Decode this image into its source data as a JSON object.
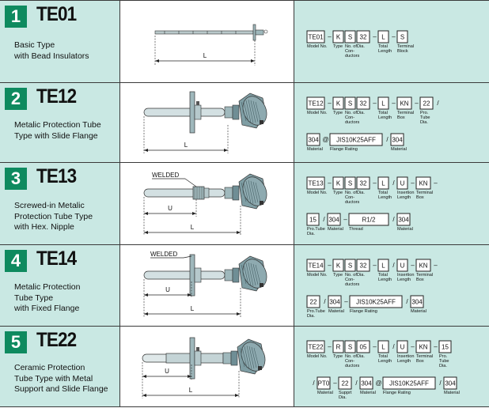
{
  "rows": [
    {
      "num": "1",
      "code": "TE01",
      "desc": "Basic Type\nwith Bead Insulators",
      "dims": {
        "welded": "",
        "u": "",
        "l": "L"
      },
      "formula": [
        {
          "line": 0,
          "boxes": [
            {
              "t": "TE01",
              "w": 22,
              "lab": "Model No."
            },
            {
              "sep": "–"
            },
            {
              "t": "K",
              "w": 13,
              "lab": "Type"
            },
            {
              "t": "S",
              "w": 13,
              "lab": "No. of\nCon-\nductors"
            },
            {
              "t": "32",
              "w": 16,
              "lab": "Dia."
            },
            {
              "sep": "–"
            },
            {
              "t": "L",
              "w": 13,
              "lab": "Total\nLength"
            },
            {
              "sep": "–"
            },
            {
              "t": "S",
              "w": 13,
              "lab": "Terminal\nBlock"
            }
          ]
        }
      ]
    },
    {
      "num": "2",
      "code": "TE12",
      "desc": "Metalic Protection Tube\nType with Slide Flange",
      "dims": {
        "welded": "",
        "u": "",
        "l": "L"
      },
      "formula": [
        {
          "line": 0,
          "boxes": [
            {
              "t": "TE12",
              "w": 22,
              "lab": "Model No."
            },
            {
              "sep": "–"
            },
            {
              "t": "K",
              "w": 13,
              "lab": "Type"
            },
            {
              "t": "S",
              "w": 13,
              "lab": "No. of\nCon-\nductors"
            },
            {
              "t": "32",
              "w": 16,
              "lab": "Dia."
            },
            {
              "sep": "–"
            },
            {
              "t": "L",
              "w": 13,
              "lab": "Total\nLength"
            },
            {
              "sep": "–"
            },
            {
              "t": "KN",
              "w": 18,
              "lab": "Terminal\nBox"
            },
            {
              "sep": "–"
            },
            {
              "t": "22",
              "w": 16,
              "lab": "Pro.\nTube\nDia."
            },
            {
              "sep": "/"
            }
          ]
        },
        {
          "line": 1,
          "boxes": [
            {
              "t": "304",
              "w": 16,
              "lab": "Material"
            },
            {
              "sep": "@"
            },
            {
              "t": "JIS10K25AFF",
              "w": 66,
              "lab": "Flange Rating"
            },
            {
              "sep": "/"
            },
            {
              "t": "304",
              "w": 16,
              "lab": "Material"
            }
          ]
        }
      ]
    },
    {
      "num": "3",
      "code": "TE13",
      "desc": "Screwed-in Metalic\nProtection Tube Type\nwith Hex. Nipple",
      "dims": {
        "welded": "WELDED",
        "u": "U",
        "l": "L"
      },
      "formula": [
        {
          "line": 0,
          "boxes": [
            {
              "t": "TE13",
              "w": 22,
              "lab": "Model No."
            },
            {
              "sep": "–"
            },
            {
              "t": "K",
              "w": 13,
              "lab": "Type"
            },
            {
              "t": "S",
              "w": 13,
              "lab": "No. of\nCon-\nductors"
            },
            {
              "t": "32",
              "w": 16,
              "lab": "Dia."
            },
            {
              "sep": "–"
            },
            {
              "t": "L",
              "w": 13,
              "lab": "Total\nLength"
            },
            {
              "sep": "/"
            },
            {
              "t": "U",
              "w": 13,
              "lab": "Insertion\nLength"
            },
            {
              "sep": "–"
            },
            {
              "t": "KN",
              "w": 18,
              "lab": "Terminal\nBox"
            },
            {
              "sep": "–"
            }
          ]
        },
        {
          "line": 1,
          "boxes": [
            {
              "t": "15",
              "w": 15,
              "lab": "Pro.Tube\nDia."
            },
            {
              "sep": "/"
            },
            {
              "t": "304",
              "w": 16,
              "lab": "Material"
            },
            {
              "sep": "–"
            },
            {
              "t": "R1/2",
              "w": 50,
              "lab": "Thread"
            },
            {
              "sep": "/"
            },
            {
              "t": "304",
              "w": 16,
              "lab": "Material"
            }
          ]
        }
      ]
    },
    {
      "num": "4",
      "code": "TE14",
      "desc": "Metalic Protection\nTube Type\nwith Fixed Flange",
      "dims": {
        "welded": "WELDED",
        "u": "U",
        "l": "L"
      },
      "formula": [
        {
          "line": 0,
          "boxes": [
            {
              "t": "TE14",
              "w": 22,
              "lab": "Model No."
            },
            {
              "sep": "–"
            },
            {
              "t": "K",
              "w": 13,
              "lab": "Type"
            },
            {
              "t": "S",
              "w": 13,
              "lab": "No. of\nCon-\nductors"
            },
            {
              "t": "32",
              "w": 16,
              "lab": "Dia."
            },
            {
              "sep": "–"
            },
            {
              "t": "L",
              "w": 13,
              "lab": "Total\nLength"
            },
            {
              "sep": "/"
            },
            {
              "t": "U",
              "w": 13,
              "lab": "Insertion\nLength"
            },
            {
              "sep": "–"
            },
            {
              "t": "KN",
              "w": 18,
              "lab": "Terminal\nBox"
            },
            {
              "sep": "–"
            }
          ]
        },
        {
          "line": 1,
          "boxes": [
            {
              "t": "22",
              "w": 16,
              "lab": "Pro.Tube\nDia."
            },
            {
              "sep": "/"
            },
            {
              "t": "304",
              "w": 16,
              "lab": "Material"
            },
            {
              "sep": "–"
            },
            {
              "t": "JIS10K25AFF",
              "w": 66,
              "lab": "Flange Rating"
            },
            {
              "sep": "/"
            },
            {
              "t": "304",
              "w": 16,
              "lab": "Material"
            }
          ]
        }
      ]
    },
    {
      "num": "5",
      "code": "TE22",
      "desc": "Ceramic Protection\nTube Type with Metal\nSupport and Slide Flange",
      "dims": {
        "welded": "",
        "u": "U",
        "l": "L"
      },
      "formula": [
        {
          "line": 0,
          "boxes": [
            {
              "t": "TE22",
              "w": 22,
              "lab": "Model No."
            },
            {
              "sep": "–"
            },
            {
              "t": "R",
              "w": 13,
              "lab": "Type"
            },
            {
              "t": "S",
              "w": 13,
              "lab": "No. of\nCon-\nductors"
            },
            {
              "t": "05",
              "w": 16,
              "lab": "Dia."
            },
            {
              "sep": "–"
            },
            {
              "t": "L",
              "w": 13,
              "lab": "Total\nLength"
            },
            {
              "sep": "/"
            },
            {
              "t": "U",
              "w": 13,
              "lab": "Insertion\nLength"
            },
            {
              "sep": "–"
            },
            {
              "t": "KN",
              "w": 18,
              "lab": "Terminal\nBox"
            },
            {
              "sep": "–"
            },
            {
              "t": "15",
              "w": 15,
              "lab": "Pro.\nTube\nDia."
            }
          ]
        },
        {
          "line": 1,
          "boxes": [
            {
              "sep": "/"
            },
            {
              "t": "PT0",
              "w": 16,
              "lab": "Material"
            },
            {
              "sep": "–"
            },
            {
              "t": "22",
              "w": 16,
              "lab": "Supprt\nDia."
            },
            {
              "sep": "/"
            },
            {
              "t": "304",
              "w": 16,
              "lab": "Material"
            },
            {
              "sep": "@"
            },
            {
              "t": "JIS10K25AFF",
              "w": 66,
              "lab": "Flange Rating"
            },
            {
              "sep": "/"
            },
            {
              "t": "304",
              "w": 16,
              "lab": "Material"
            }
          ]
        }
      ]
    }
  ],
  "colors": {
    "panel": "#c9e8e3",
    "badge": "#0e8a5f",
    "metal": "#9fb8bc",
    "head": "#6f8e95"
  }
}
